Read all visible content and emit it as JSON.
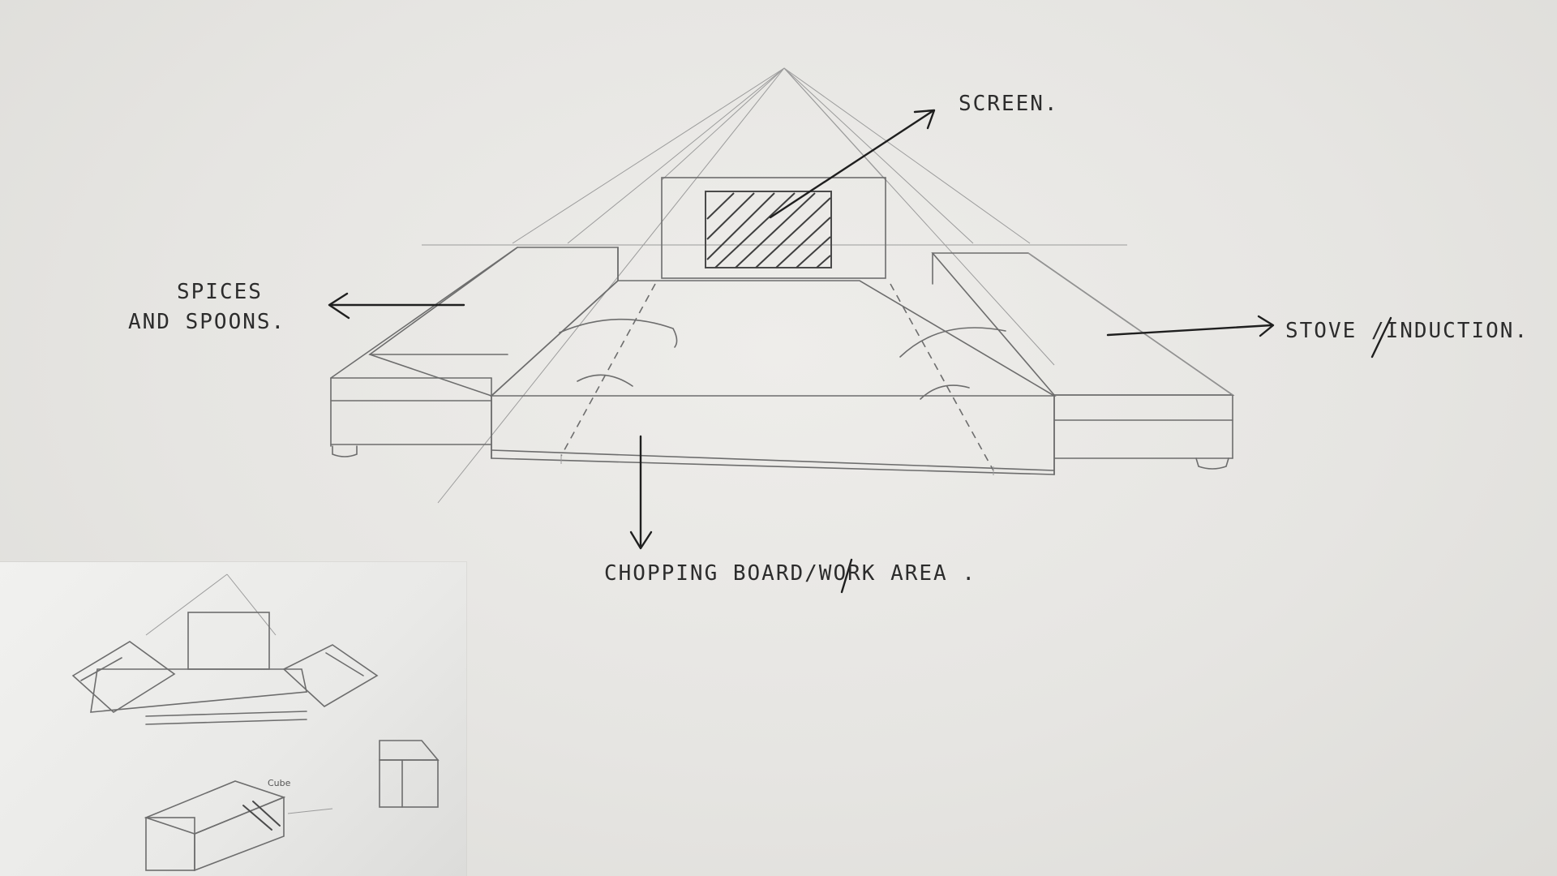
{
  "labels": {
    "screen": "SCREEN.",
    "spices_line1": "SPICES",
    "spices_line2": "AND SPOONS.",
    "stove": "STOVE /INDUCTION.",
    "chopping": "CHOPPING BOARD/WORK AREA ."
  },
  "inset": {
    "cube_note": "Cube"
  },
  "colors": {
    "paper": "#e8e7e4",
    "pencil": "#6d6d6d",
    "ink": "#1f1f1f"
  }
}
